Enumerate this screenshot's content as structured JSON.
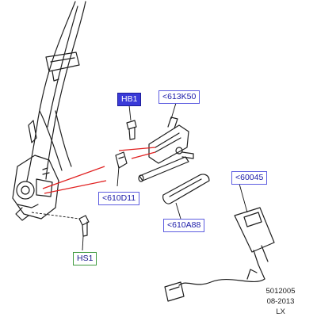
{
  "callouts": {
    "hb1": "HB1",
    "k613": "<613K50",
    "d610": "<610D11",
    "a610": "<610A88",
    "c60045": "<60045",
    "hs1": "HS1"
  },
  "footer": {
    "code": "5012005",
    "date": "08-2013",
    "model": "LX"
  },
  "colors": {
    "callout_border": "#5d5de0",
    "callout_text": "#1a1aa8",
    "highlight_fill": "#3a3ad8",
    "green_border": "#3f9a3f",
    "leader_red": "#e02020"
  }
}
